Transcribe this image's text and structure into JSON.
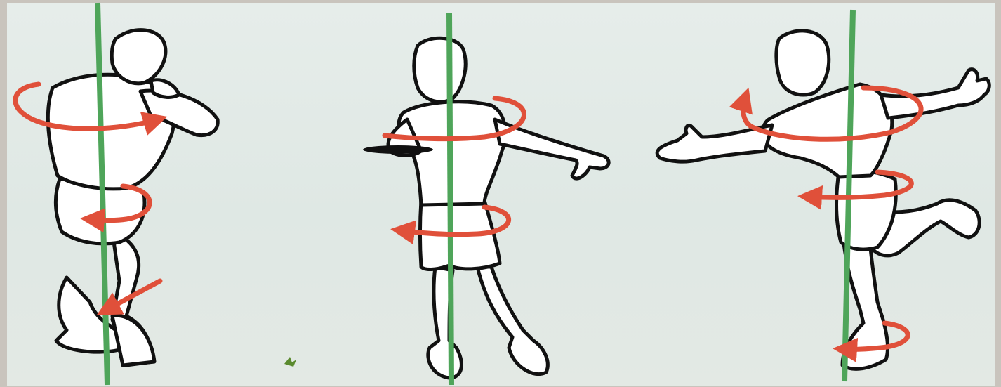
{
  "sign": {
    "panels": [
      {
        "figure": "thrower-windup",
        "axis": "spin-axis"
      },
      {
        "figure": "thrower-release",
        "axis": "spin-axis"
      },
      {
        "figure": "thrower-follow-through",
        "axis": "spin-axis"
      }
    ]
  },
  "colors": {
    "background": "#e3ebe7",
    "outline": "#111111",
    "axis": "#4fa55a",
    "rotation": "#e0503a",
    "skin": "#ffffff"
  }
}
